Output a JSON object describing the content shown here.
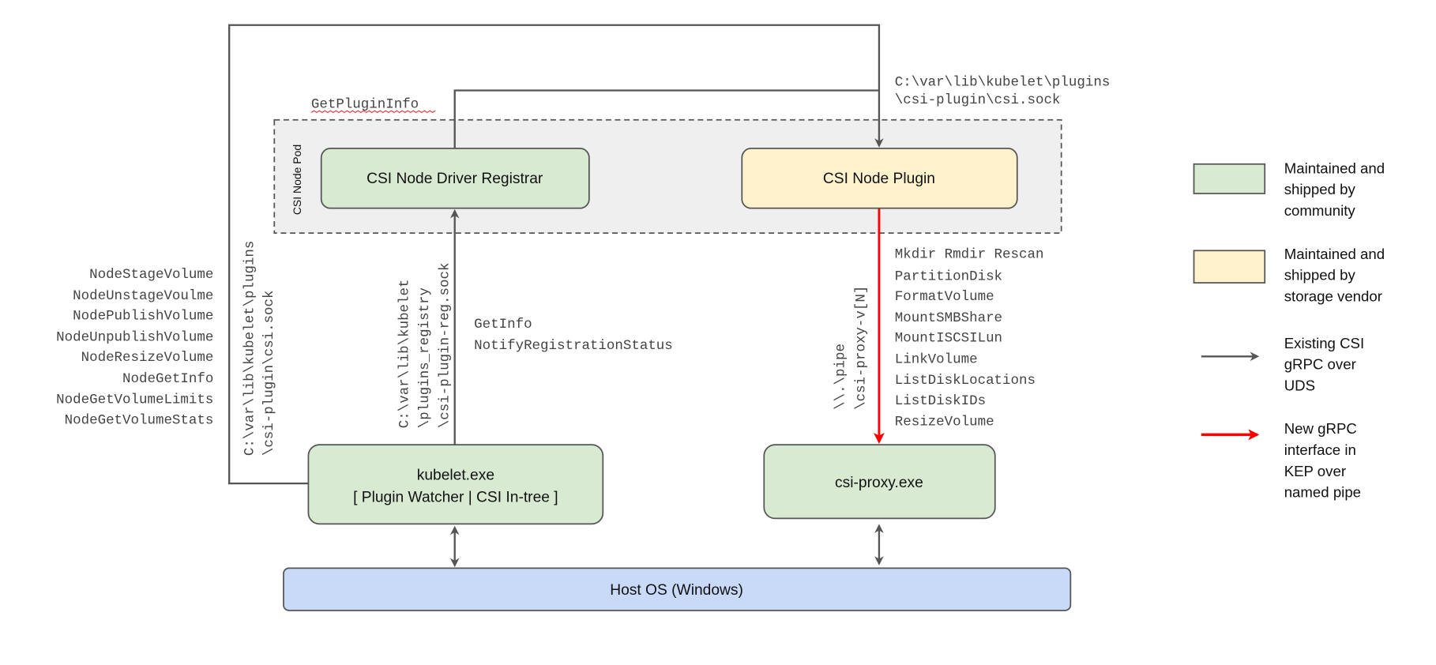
{
  "colors": {
    "community": "#d9ead3",
    "vendor": "#fff2cc",
    "host": "#c9daf8",
    "pod": "#efefef",
    "existing_arrow": "#555555",
    "new_arrow": "#ff0000"
  },
  "pod": {
    "label": "CSI Node Pod"
  },
  "nodes": {
    "registrar": "CSI Node Driver Registrar",
    "plugin": "CSI Node Plugin",
    "kubelet_line1": "kubelet.exe",
    "kubelet_line2": "[ Plugin Watcher | CSI In-tree ]",
    "csi_proxy": "csi-proxy.exe",
    "host_os": "Host OS (Windows)"
  },
  "labels": {
    "get_plugin_info": "GetPluginInfo",
    "plugin_socket": [
      "C:\\var\\lib\\kubelet\\plugins",
      "\\csi-plugin\\csi.sock"
    ],
    "kubelet_plugin_socket": [
      "C:\\var\\lib\\kubelet\\plugins",
      "\\csi-plugin\\csi.sock"
    ],
    "registration_socket": [
      "C:\\var\\lib\\kubelet",
      "\\plugins_registry",
      "\\csi-plugin-reg.sock"
    ],
    "registrar_calls": [
      "GetInfo",
      "NotifyRegistrationStatus"
    ],
    "pipe": [
      "\\\\.\\pipe",
      "\\csi-proxy-v[N]"
    ],
    "node_calls": [
      "NodeStageVolume",
      "NodeUnstageVoulme",
      "NodePublishVolume",
      "NodeUnpublishVolume",
      "NodeResizeVolume",
      "NodeGetInfo",
      "NodeGetVolumeLimits",
      "NodeGetVolumeStats"
    ],
    "proxy_calls": [
      "Mkdir Rmdir Rescan",
      "PartitionDisk",
      "FormatVolume",
      "MountSMBShare",
      "MountISCSILun",
      "LinkVolume",
      "ListDiskLocations",
      "ListDiskIDs",
      "ResizeVolume"
    ]
  },
  "legend": [
    {
      "swatch": "community",
      "lines": [
        "Maintained and",
        "shipped by",
        "community"
      ]
    },
    {
      "swatch": "vendor",
      "lines": [
        "Maintained and",
        "shipped by",
        "storage vendor"
      ]
    },
    {
      "swatch": "existing-arrow",
      "lines": [
        "Existing CSI",
        "gRPC over",
        "UDS"
      ]
    },
    {
      "swatch": "new-arrow",
      "lines": [
        "New gRPC",
        "interface in",
        "KEP over",
        "named pipe"
      ]
    }
  ]
}
